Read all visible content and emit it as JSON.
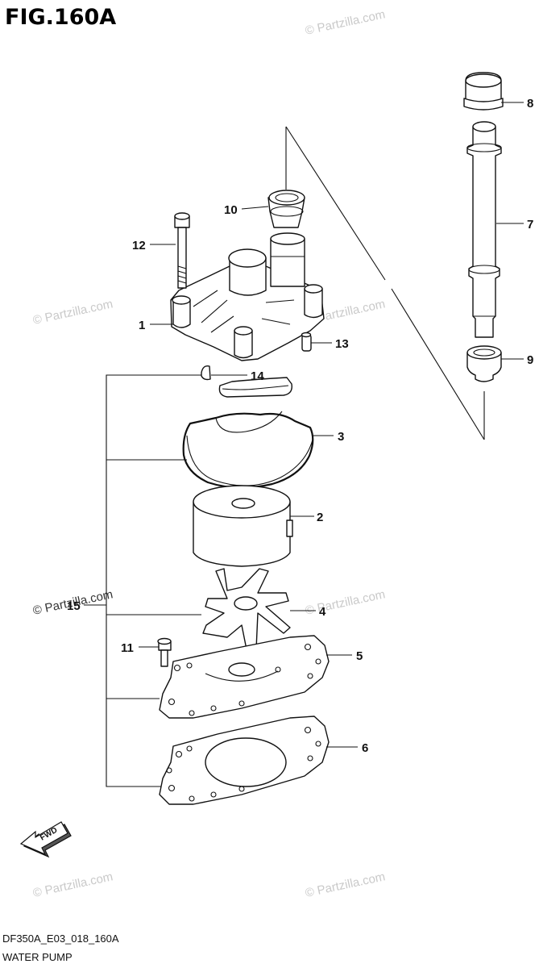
{
  "figure_title": "FIG.160A",
  "watermark": "© Partzilla.com",
  "diagram_code": "DF350A_E03_018_160A",
  "diagram_name": "WATER PUMP",
  "fwd_label": "FWD",
  "callouts": {
    "c1": "1",
    "c2": "2",
    "c3": "3",
    "c4": "4",
    "c5": "5",
    "c6": "6",
    "c7": "7",
    "c8": "8",
    "c9": "9",
    "c10": "10",
    "c11": "11",
    "c12": "12",
    "c13": "13",
    "c14": "14",
    "c15": "15"
  }
}
